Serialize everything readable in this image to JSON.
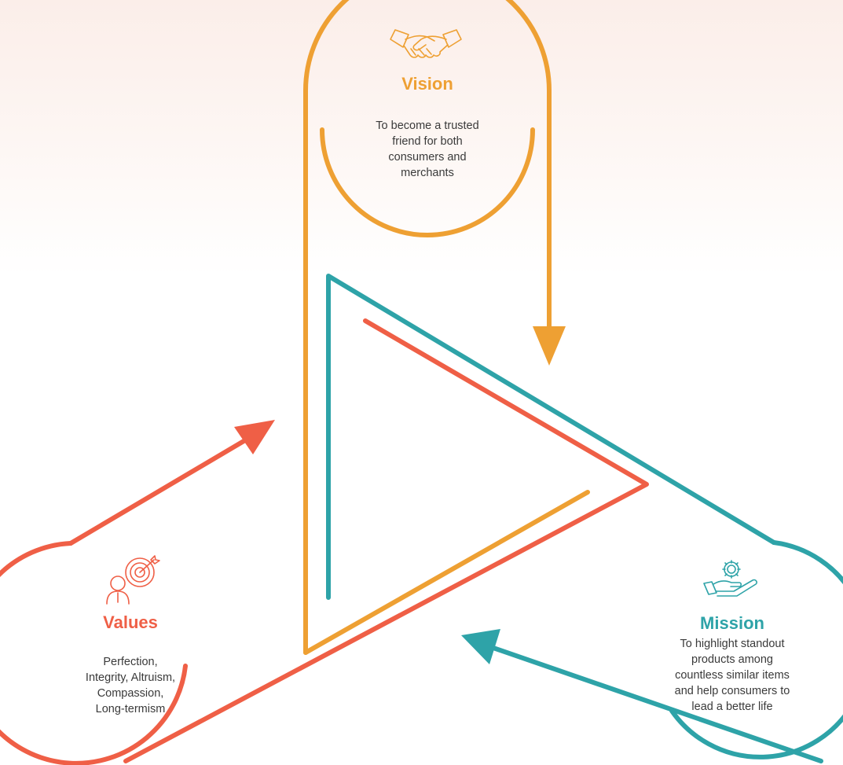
{
  "colors": {
    "vision": "#eea033",
    "mission": "#2ea3a8",
    "values": "#ef5f46",
    "text": "#3a3a3a"
  },
  "vision": {
    "icon": "handshake-icon",
    "title": "Vision",
    "description_lines": [
      "To become a trusted",
      "friend for both",
      "consumers and",
      "merchants"
    ]
  },
  "mission": {
    "icon": "hand-gear-icon",
    "title": "Mission",
    "description_lines": [
      "To highlight standout",
      "products among",
      "countless similar items",
      "and help consumers to",
      "lead a better life"
    ]
  },
  "values": {
    "icon": "target-person-icon",
    "title": "Values",
    "description_lines": [
      "Perfection,",
      "Integrity, Altruism,",
      "Compassion,",
      "Long-termism"
    ]
  }
}
